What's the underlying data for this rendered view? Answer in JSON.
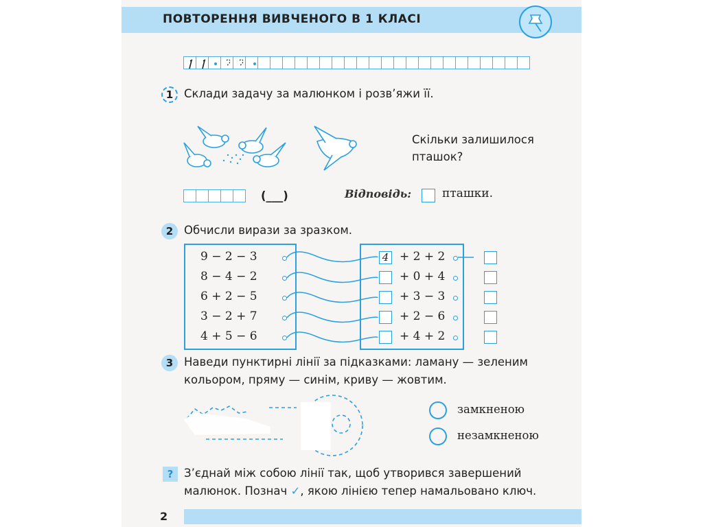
{
  "header": {
    "title": "ПОВТОРЕННЯ ВИВЧЕНОГО В 1 КЛАСІ",
    "icon": "pushpin-icon"
  },
  "writing_row": {
    "sample": "1 1 • ? ? •"
  },
  "task1": {
    "number": "1",
    "text": "Склади задачу за малюнком і розв’яжи її.",
    "question_line1": "Скільки залишилося",
    "question_line2": "пташок?",
    "bracket": "(___)",
    "answer_label": "Відповідь:",
    "answer_unit": "пташки."
  },
  "task2": {
    "number": "2",
    "text": "Обчисли вирази за зразком.",
    "left_expressions": [
      "9 − 2 − 3",
      "8 − 4 − 2",
      "6 + 2 − 5",
      "3 − 2 + 7",
      "4 + 5 − 6"
    ],
    "right_expressions": [
      "+ 2 + 2",
      "+ 0 + 4",
      "+ 3 − 3",
      "+ 2 − 6",
      "+ 4 + 2"
    ],
    "sample_value": "4"
  },
  "task3": {
    "number": "3",
    "text_line1": "Наведи пунктирні лінії за підказками: ламану — зеленим",
    "text_line2": "кольором, пряму — синім, криву — жовтим.",
    "option1": "замкненою",
    "option2": "незамкненою"
  },
  "question": {
    "badge": "?",
    "line1": "З’єднай між собою лінії так, щоб утворився завершений",
    "line2_before": "малюнок. Познач",
    "line2_after": ", якою лінією тепер намальовано ключ."
  },
  "footer": {
    "page_number": "2"
  },
  "colors": {
    "accent": "#2aa0e0",
    "light": "#b3def5"
  }
}
